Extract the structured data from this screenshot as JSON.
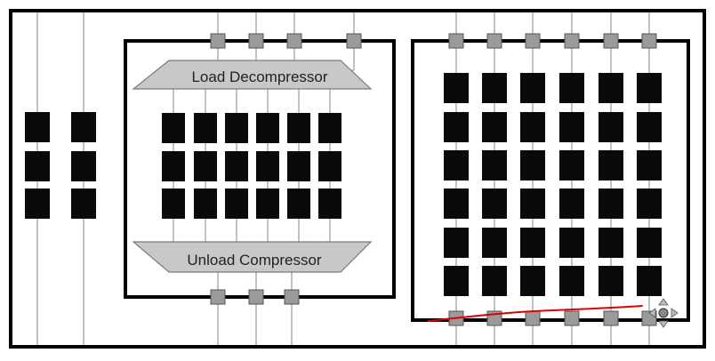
{
  "diagram": {
    "labels": {
      "decompressor": "Load Decompressor",
      "compressor": "Unload Compressor"
    },
    "colors": {
      "background": "#ffffff",
      "border": "#000000",
      "wire": "#9a9a9a",
      "pin_fill": "#9a9a9a",
      "pin_stroke": "#555555",
      "block": "#0a0a0a",
      "trapezoid_fill": "#c8c8c8",
      "trapezoid_stroke": "#7a7a7a",
      "annotation": "#e00000"
    },
    "left_section": {
      "columns": 2,
      "rows": 3
    },
    "middle_section": {
      "columns": 6,
      "rows": 3,
      "input_pins": 4,
      "output_pins": 3
    },
    "right_section": {
      "columns": 6,
      "rows": 6,
      "top_pins": 6,
      "bottom_pins": 6
    }
  }
}
